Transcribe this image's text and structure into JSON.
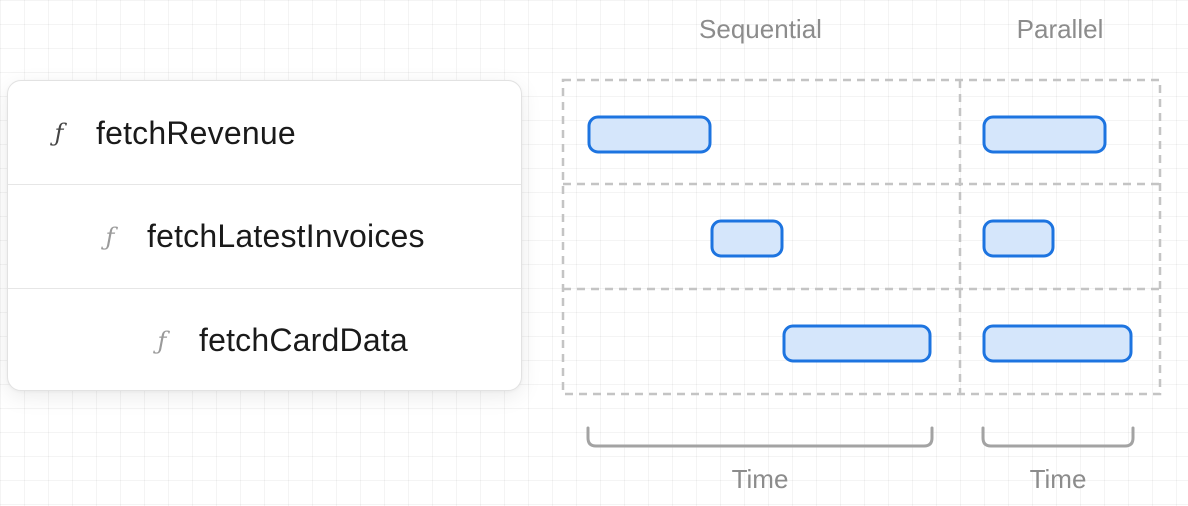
{
  "functions": [
    {
      "icon": "ƒ",
      "icon_name": "function-icon",
      "label": "fetchRevenue"
    },
    {
      "icon": "ƒ",
      "icon_name": "function-icon",
      "label": "fetchLatestInvoices"
    },
    {
      "icon": "ƒ",
      "icon_name": "function-icon",
      "label": "fetchCardData"
    }
  ],
  "columns": {
    "sequential": {
      "title": "Sequential",
      "footer": "Time"
    },
    "parallel": {
      "title": "Parallel",
      "footer": "Time"
    }
  },
  "colors": {
    "bar_fill": "#d5e6fb",
    "bar_stroke": "#1d74e0",
    "grid_dash": "#c4c4c4",
    "bracket": "#a3a3a3",
    "muted_text": "#8c8c8c"
  }
}
